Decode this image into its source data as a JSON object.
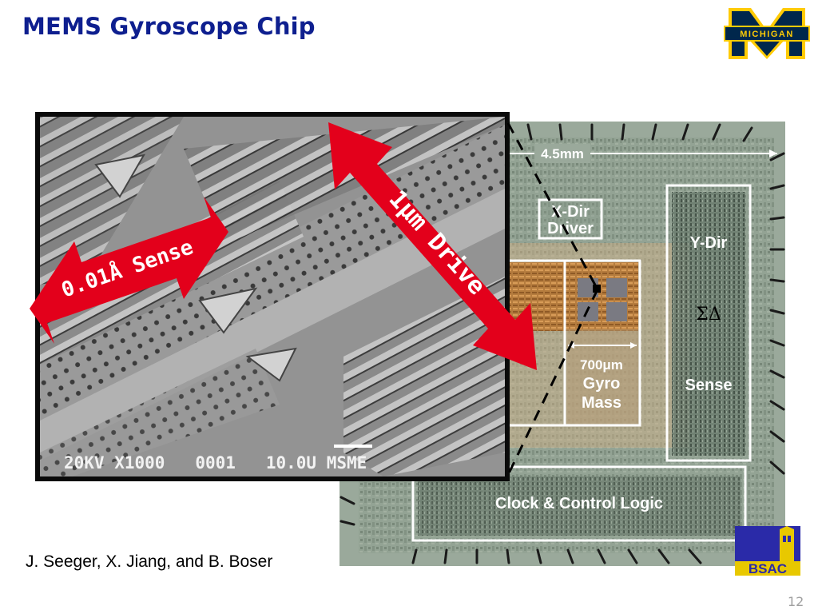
{
  "slide": {
    "title": "MEMS Gyroscope Chip",
    "credit": "J. Seeger, X. Jiang, and B. Boser",
    "page_number": "12"
  },
  "logo": {
    "text": "MICHIGAN",
    "letter": "M",
    "color_blue": "#00274c",
    "color_maize": "#ffcb05"
  },
  "sem_image": {
    "caption": "20KV X1000   0001   10.0U MSME",
    "sense_label": "0.01Å Sense",
    "drive_label": "1μm Drive",
    "arrow_color": "#e3001b"
  },
  "chip_image": {
    "dimension_label": "4.5mm",
    "blocks": {
      "x_dir": "X-Dir Driver",
      "y_dir": "Y-Dir",
      "sigma_delta": "ΣΔ",
      "sense": "Sense",
      "gyro_size": "700μm",
      "gyro_mass": "Gyro Mass",
      "clock": "Clock & Control Logic"
    }
  },
  "bsac_logo": {
    "text": "BSAC"
  }
}
